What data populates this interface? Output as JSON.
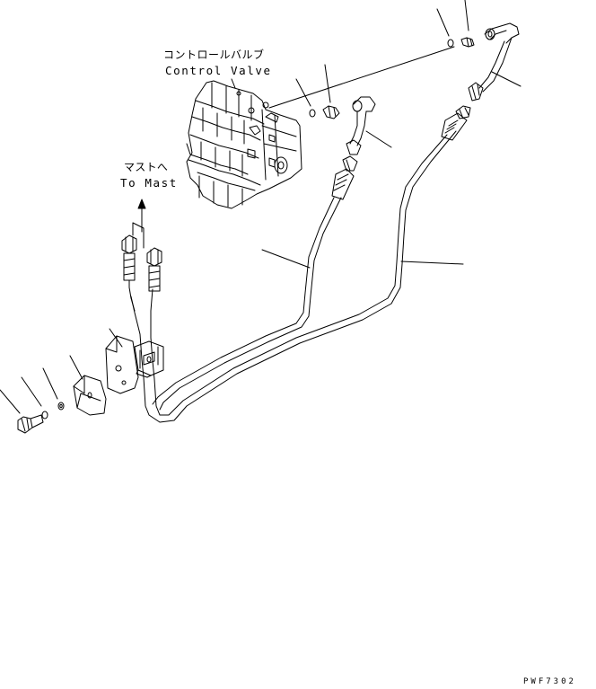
{
  "labels": {
    "control_valve_jp": "コントロールバルブ",
    "control_valve_en": "Control Valve",
    "to_mast_jp": "マストへ",
    "to_mast_en": "To Mast",
    "drawing_code": "PWF7302"
  },
  "colors": {
    "ink": "#000000",
    "paper": "#ffffff"
  }
}
